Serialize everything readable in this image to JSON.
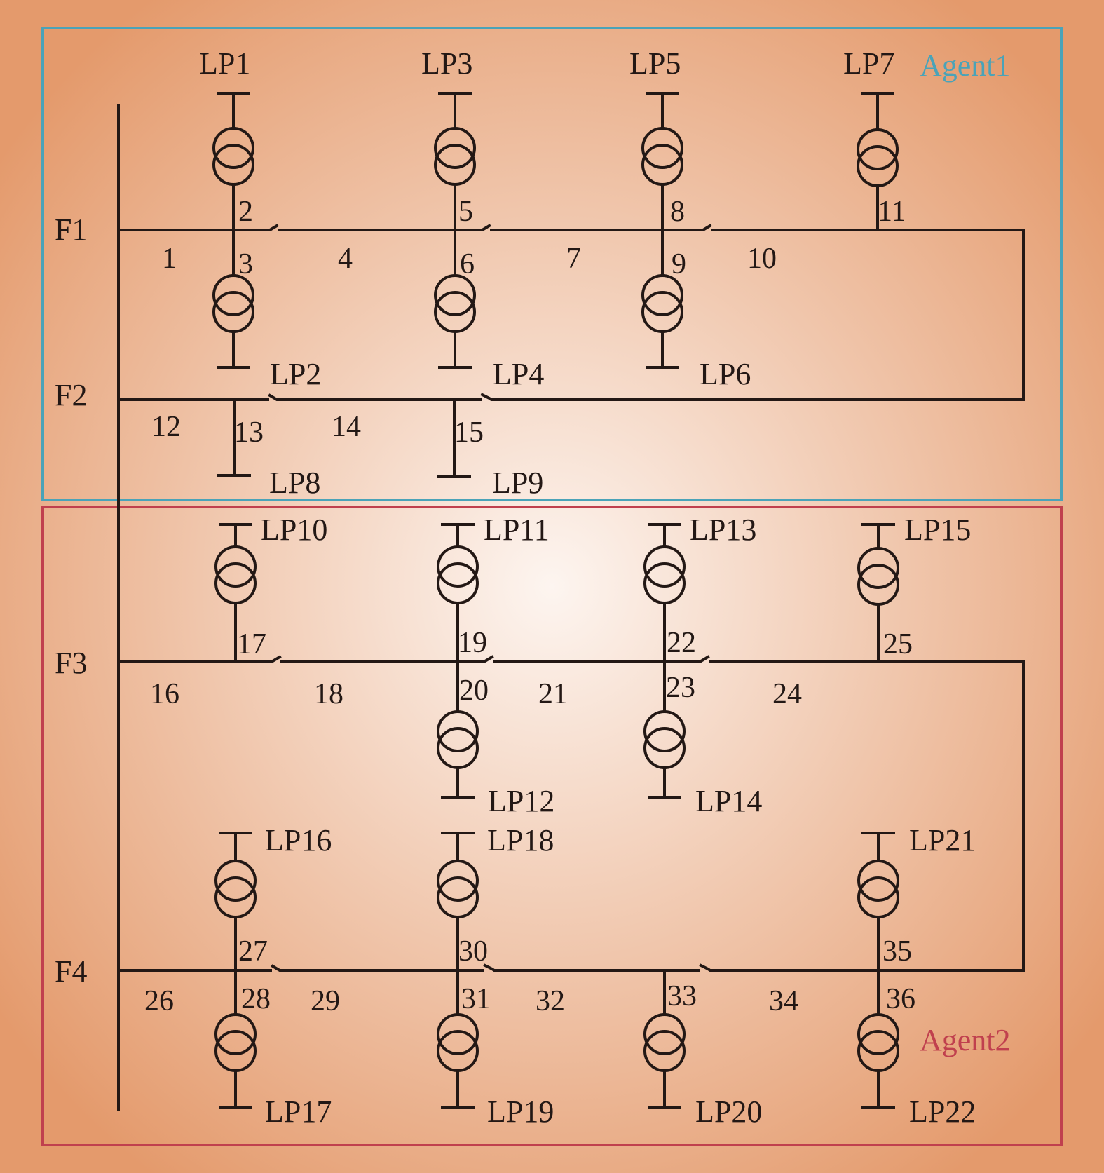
{
  "colors": {
    "background_center": "#fdf5f0",
    "background_edge": "#e49a6c",
    "agent1_border": "#4aa3b8",
    "agent2_border": "#c0404e",
    "line": "#231815"
  },
  "agents": {
    "agent1": "Agent1",
    "agent2": "Agent2"
  },
  "feeders": [
    "F1",
    "F2",
    "F3",
    "F4"
  ],
  "load_points": {
    "f1_top": [
      "LP1",
      "LP3",
      "LP5",
      "LP7"
    ],
    "f1_bottom": [
      "LP2",
      "LP4",
      "LP6"
    ],
    "f2_bottom": [
      "LP8",
      "LP9"
    ],
    "f3_top": [
      "LP10",
      "LP11",
      "LP13",
      "LP15"
    ],
    "f3_bottom": [
      "LP12",
      "LP14"
    ],
    "f4_top": [
      "LP16",
      "LP18",
      "LP21"
    ],
    "f4_bottom": [
      "LP17",
      "LP19",
      "LP20",
      "LP22"
    ]
  },
  "branch_numbers": {
    "f1_main": [
      "1",
      "4",
      "7",
      "10"
    ],
    "f1_up": [
      "2",
      "5",
      "8",
      "11"
    ],
    "f1_down": [
      "3",
      "6",
      "9"
    ],
    "f2_main": [
      "12",
      "14"
    ],
    "f2_down": [
      "13",
      "15"
    ],
    "f3_main": [
      "16",
      "18",
      "21",
      "24"
    ],
    "f3_up": [
      "17",
      "19",
      "22",
      "25"
    ],
    "f3_down": [
      "20",
      "23"
    ],
    "f4_main": [
      "26",
      "29",
      "32",
      "34"
    ],
    "f4_up": [
      "27",
      "30",
      "35"
    ],
    "f4_down": [
      "28",
      "31",
      "33",
      "36"
    ]
  }
}
